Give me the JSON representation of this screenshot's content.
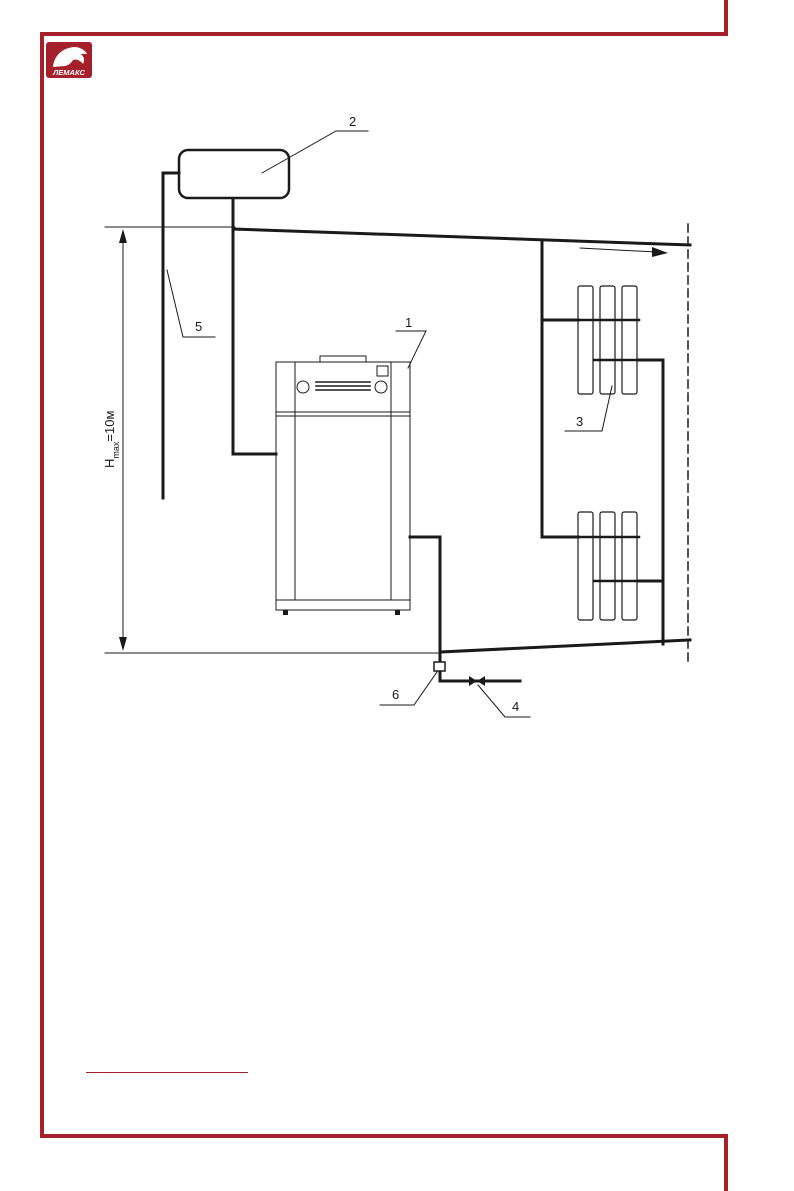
{
  "colors": {
    "frame": "#a5202a",
    "line": "#1a1a1a"
  },
  "logo": {
    "text": "ЛЕМАКС",
    "icon": "leopard-head-icon"
  },
  "diagram": {
    "labels": {
      "boiler": "1",
      "tank": "2",
      "radiators": "3",
      "valve": "4",
      "riser": "5",
      "sensor": "6"
    },
    "height": {
      "h": "H",
      "sub": "max",
      "value": "=10м"
    }
  }
}
